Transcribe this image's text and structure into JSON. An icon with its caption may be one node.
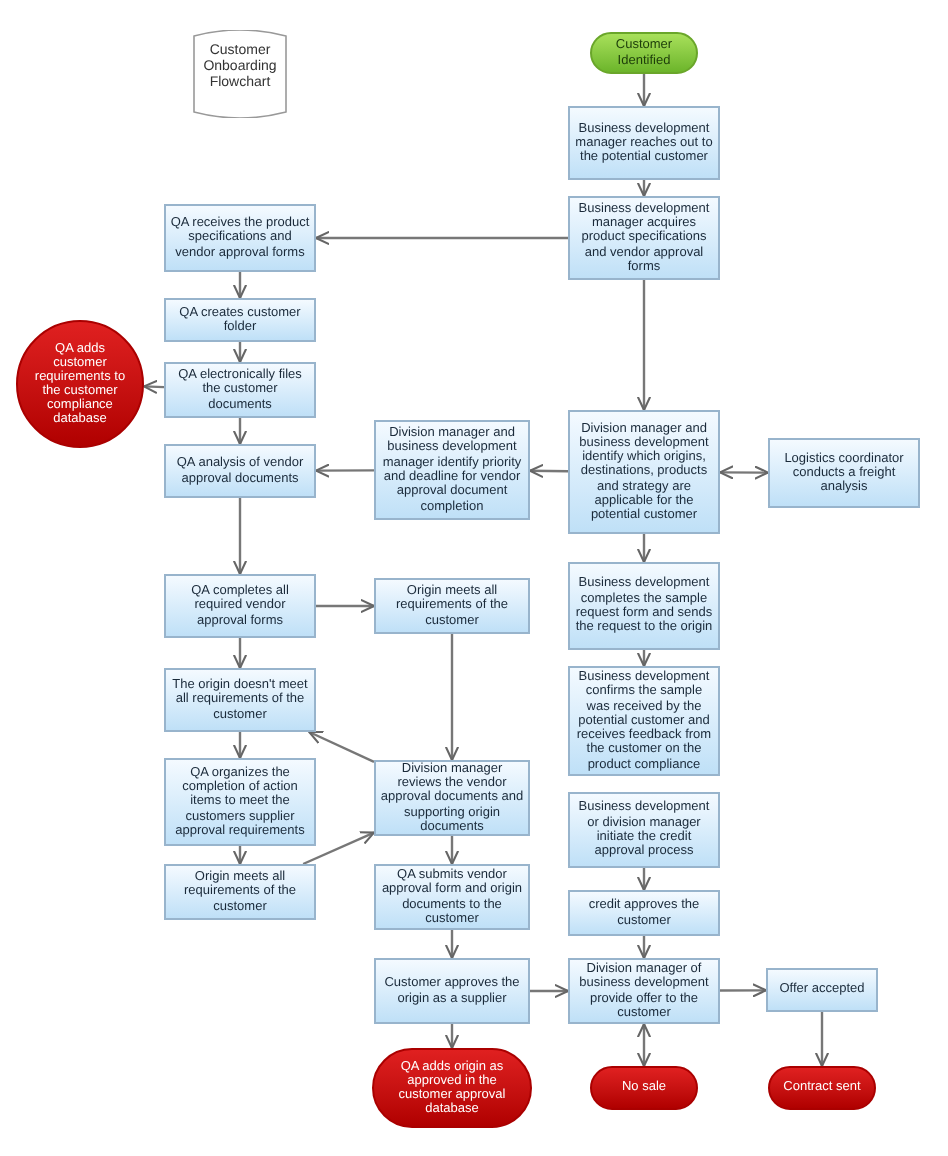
{
  "diagram": {
    "nodes": [
      {
        "text": [
          "Customer Onboarding Flowchart"
        ]
      },
      {
        "text": [
          "Customer Identified"
        ]
      },
      {
        "text": [
          "Business development manager reaches out to the potential customer"
        ]
      },
      {
        "text": [
          "Business development manager acquires product specifications and vendor approval forms"
        ]
      },
      {
        "text": [
          "QA receives the product specifications and vendor approval forms"
        ]
      },
      {
        "text": [
          "QA creates customer folder"
        ]
      },
      {
        "text": [
          "QA electronically files the customer documents"
        ]
      },
      {
        "text": [
          "QA adds customer requirements to the customer compliance database"
        ]
      },
      {
        "text": [
          "QA analysis of vendor approval documents"
        ]
      },
      {
        "text": [
          "Division manager and business development manager identify priority and deadline for vendor approval document completion"
        ]
      },
      {
        "text": [
          "Division manager and business development identify which origins, destinations, products and strategy are applicable for the potential customer"
        ]
      },
      {
        "text": [
          "Logistics coordinator conducts a freight analysis"
        ]
      },
      {
        "text": [
          "QA completes all required vendor approval forms"
        ]
      },
      {
        "text": [
          "Origin meets all requirements of the customer"
        ]
      },
      {
        "text": [
          "Business development completes the sample request form and sends the request to the origin"
        ]
      },
      {
        "text": [
          "The origin doesn't meet all requirements of the customer"
        ]
      },
      {
        "text": [
          "Business development confirms the sample was received by the potential customer and receives feedback from the customer on the product compliance"
        ]
      },
      {
        "text": [
          "QA organizes the completion of action items to meet the customers supplier approval requirements"
        ]
      },
      {
        "text": [
          "Division manager reviews the vendor approval documents and supporting origin documents"
        ]
      },
      {
        "text": [
          "Business development or division manager initiate the credit approval process"
        ]
      },
      {
        "text": [
          "Origin meets all requirements of the customer"
        ]
      },
      {
        "text": [
          "QA submits vendor approval form and origin documents to the customer"
        ]
      },
      {
        "text": [
          "credit approves the customer"
        ]
      },
      {
        "text": [
          "Customer approves the origin as a supplier"
        ]
      },
      {
        "text": [
          "Division manager of business development provide offer to the customer"
        ]
      },
      {
        "text": [
          "Offer accepted"
        ]
      },
      {
        "text": [
          "QA adds origin as approved in the customer approval database"
        ]
      },
      {
        "text": [
          "No sale"
        ]
      },
      {
        "text": [
          "Contract sent"
        ]
      }
    ],
    "edges": [
      {
        "from": 1,
        "to": 2,
        "arrow": "to"
      },
      {
        "from": 2,
        "to": 3,
        "arrow": "to"
      },
      {
        "from": 3,
        "to": 4,
        "arrow": "to"
      },
      {
        "from": 3,
        "to": 10,
        "arrow": "to"
      },
      {
        "from": 4,
        "to": 5,
        "arrow": "to"
      },
      {
        "from": 5,
        "to": 6,
        "arrow": "to"
      },
      {
        "from": 6,
        "to": 7,
        "arrow": "to"
      },
      {
        "from": 6,
        "to": 8,
        "arrow": "to"
      },
      {
        "from": 10,
        "to": 9,
        "arrow": "to"
      },
      {
        "from": 9,
        "to": 8,
        "arrow": "to"
      },
      {
        "from": 10,
        "to": 11,
        "arrow": "both"
      },
      {
        "from": 8,
        "to": 12,
        "arrow": "to"
      },
      {
        "from": 12,
        "to": 13,
        "arrow": "to"
      },
      {
        "from": 12,
        "to": 15,
        "arrow": "to"
      },
      {
        "from": 13,
        "to": 18,
        "arrow": "to"
      },
      {
        "from": 18,
        "to": 15,
        "arrow": "to"
      },
      {
        "from": 15,
        "to": 17,
        "arrow": "to"
      },
      {
        "from": 17,
        "to": 20,
        "arrow": "to"
      },
      {
        "from": 20,
        "to": 18,
        "arrow": "to"
      },
      {
        "from": 18,
        "to": 21,
        "arrow": "to"
      },
      {
        "from": 21,
        "to": 23,
        "arrow": "to"
      },
      {
        "from": 23,
        "to": 26,
        "arrow": "to"
      },
      {
        "from": 23,
        "to": 24,
        "arrow": "to"
      },
      {
        "from": 10,
        "to": 14,
        "arrow": "to"
      },
      {
        "from": 14,
        "to": 16,
        "arrow": "to"
      },
      {
        "from": 19,
        "to": 22,
        "arrow": "to"
      },
      {
        "from": 22,
        "to": 24,
        "arrow": "to"
      },
      {
        "from": 24,
        "to": 27,
        "arrow": "both"
      },
      {
        "from": 24,
        "to": 25,
        "arrow": "to"
      },
      {
        "from": 25,
        "to": 28,
        "arrow": "to"
      }
    ]
  }
}
